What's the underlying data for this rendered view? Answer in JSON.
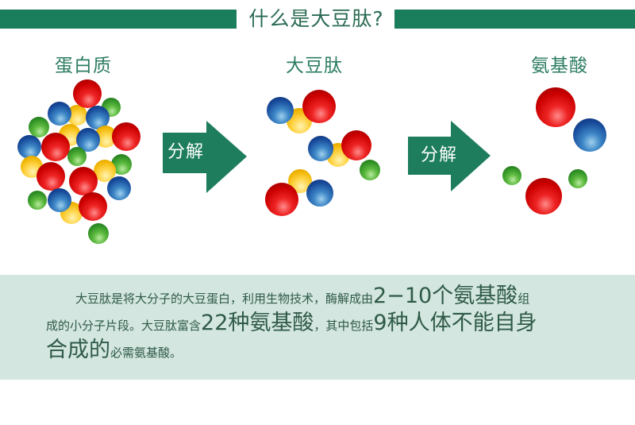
{
  "header": {
    "title": "什么是大豆肽?",
    "bar_color": "#1a7d5c"
  },
  "stages": [
    {
      "label": "蛋白质"
    },
    {
      "label": "大豆肽"
    },
    {
      "label": "氨基酸"
    }
  ],
  "arrows": [
    {
      "label": "分解",
      "color": "#1d7d5c"
    },
    {
      "label": "分解",
      "color": "#1d7d5c"
    }
  ],
  "ball_colors": {
    "red": "#cc0000",
    "blue": "#184c9c",
    "green": "#2e8f24",
    "yellow": "#f0b400"
  },
  "description": {
    "line1": [
      {
        "text": "大豆肽是将大分子的大豆蛋白，利用生物技术，酶解成由",
        "size": "small"
      },
      {
        "text": "2−10个氨基酸",
        "size": "big"
      },
      {
        "text": "组",
        "size": "small"
      }
    ],
    "line2": [
      {
        "text": "成的小分子片段。大豆肽富含",
        "size": "small"
      },
      {
        "text": "22种氨基酸",
        "size": "big"
      },
      {
        "text": "，其中包括",
        "size": "small"
      },
      {
        "text": "9种人体不能自身",
        "size": "big"
      }
    ],
    "line3": [
      {
        "text": "合成的",
        "size": "big"
      },
      {
        "text": "必需氨基酸。",
        "size": "small"
      }
    ],
    "background": "#d3e6df",
    "text_color": "#2f5a48"
  }
}
